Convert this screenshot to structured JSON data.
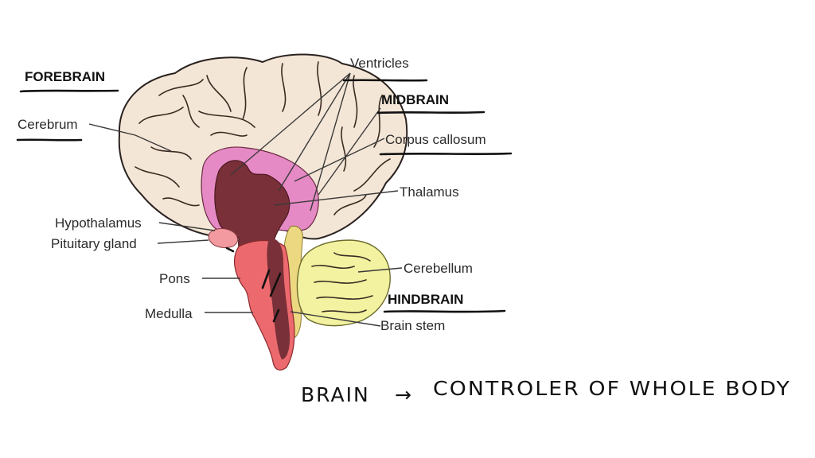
{
  "headings": {
    "forebrain": "FOREBRAIN",
    "midbrain": "MIDBRAIN",
    "hindbrain": "HINDBRAIN"
  },
  "labels": {
    "ventricles": "Ventricles",
    "cerebrum": "Cerebrum",
    "corpus_callosum": "Corpus callosum",
    "thalamus": "Thalamus",
    "hypothalamus": "Hypothalamus",
    "pituitary_gland": "Pituitary gland",
    "pons": "Pons",
    "cerebellum": "Cerebellum",
    "medulla": "Medulla",
    "brain_stem": "Brain stem"
  },
  "note": {
    "left": "BRAIN",
    "arrow": "→",
    "right": "CONTROLER OF WHOLE BODY"
  },
  "colors": {
    "cerebrum": "#f4e6d6",
    "corpus_callosum": "#e58ac4",
    "thalamus": "#7a3038",
    "pons": "#ec6a6e",
    "cerebellum": "#f2f2a0",
    "brain_stem_strip": "#ecd880",
    "pituitary": "#f39aa0"
  }
}
